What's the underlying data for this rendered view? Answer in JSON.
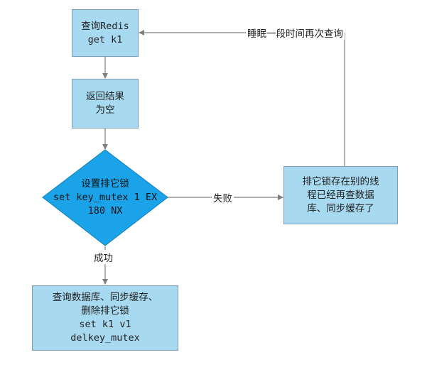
{
  "nodes": {
    "query_redis": [
      "查询Redis",
      "get k1"
    ],
    "result_empty": [
      "返回结果",
      "为空"
    ],
    "set_lock": [
      "设置排它锁",
      "set key_mutex 1 EX",
      "180 NX"
    ],
    "lock_held": [
      "排它锁存在别的线",
      "程已经再查数据",
      "库、同步缓存了"
    ],
    "query_db": [
      "查询数据库、同步缓存、",
      "删除排它锁",
      "set k1 v1",
      "delkey_mutex"
    ]
  },
  "edges": {
    "fail_label": "失败",
    "success_label": "成功",
    "sleep_label": "睡眠一段时间再次查询"
  },
  "colors": {
    "box_fill": "#a7d9f0",
    "diamond_fill": "#1aa3e8",
    "line": "#7f7f7f"
  }
}
